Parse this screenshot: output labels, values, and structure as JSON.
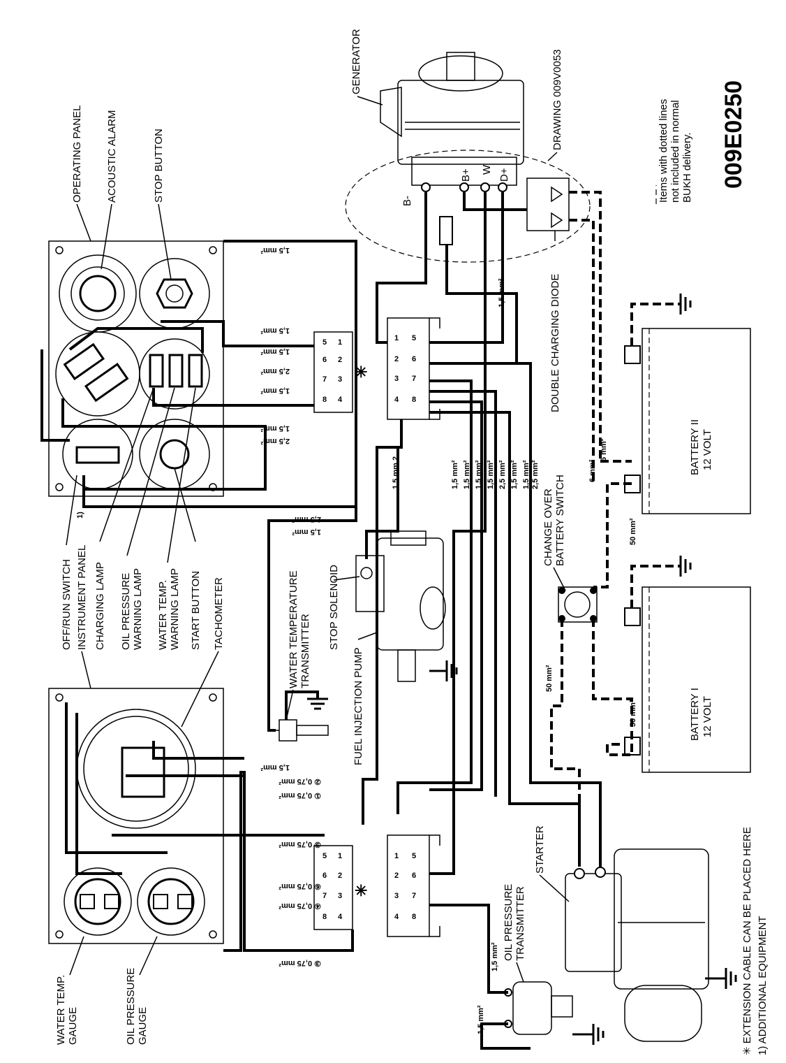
{
  "labels": {
    "operating_panel": "OPERATING PANEL",
    "acoustic_alarm": "ACOUSTIC ALARM",
    "stop_button": "STOP BUTTON",
    "generator": "GENERATOR",
    "drawing_ref": "DRAWING 009V0053",
    "legend_line1": "Items with dotted lines",
    "legend_line2": "not included in normal",
    "legend_line3": "BUKH delivery.",
    "drawing_code": "009E0250",
    "double_charging_diode": "DOUBLE CHARGING DIODE",
    "battery2": "BATTERY II",
    "battery2_volt": "12 VOLT",
    "battery1": "BATTERY I",
    "battery1_volt": "12 VOLT",
    "change_over_1": "CHANGE OVER",
    "change_over_2": "BATTERY SWITCH",
    "off_run_switch": "OFF/RUN SWITCH",
    "instrument_panel": "INSTRUMENT PANEL",
    "instrument_panel_sup": "1)",
    "charging_lamp": "CHARGING LAMP",
    "oil_pressure_1": "OIL PRESSURE",
    "oil_pressure_2": "WARNING LAMP",
    "water_temp_1": "WATER TEMP.",
    "water_temp_2": "WARNING LAMP",
    "start_button": "START BUTTON",
    "tachometer": "TACHOMETER",
    "water_temp_transmitter_1": "WATER TEMPERATURE",
    "water_temp_transmitter_2": "TRANSMITTER",
    "stop_solenoid": "STOP SOLENOID",
    "fuel_injection_pump": "FUEL INJECTION PUMP",
    "starter": "STARTER",
    "oil_pressure_transmitter_1": "OIL PRESSURE",
    "oil_pressure_transmitter_2": "TRANSMITTER",
    "water_temp_gauge_1": "WATER TEMP.",
    "water_temp_gauge_2": "GAUGE",
    "oil_pressure_gauge_1": "OIL PRESSURE",
    "oil_pressure_gauge_2": "GAUGE",
    "footnote_1": "✳ EXTENSION CABLE CAN BE PLACED HERE",
    "footnote_2": "1) ADDITIONAL EQUIPMENT",
    "gen_b_minus": "B-",
    "gen_b_plus": "B+",
    "gen_w": "W",
    "gen_d_plus": "D+"
  },
  "wire_sizes": {
    "w15": "1,5 mm²",
    "w25": "2,5 mm²",
    "w6": "6 mm²",
    "w50": "50 mm²",
    "w075_1": "① 0,75 mm²",
    "w075_2": "② 0,75 mm²",
    "w075_3": "③ 0,75 mm²",
    "w075_4": "④ 0,75 mm²",
    "w075_5": "⑤ 0,75 mm²",
    "w075_6": "⑥ 0,75 mm²",
    "w15_alt": "1,5 mm 2"
  },
  "connector_pins": [
    "1",
    "2",
    "3",
    "4",
    "5",
    "6",
    "7",
    "8"
  ],
  "colors": {
    "ink": "#000000",
    "paper": "#ffffff"
  }
}
